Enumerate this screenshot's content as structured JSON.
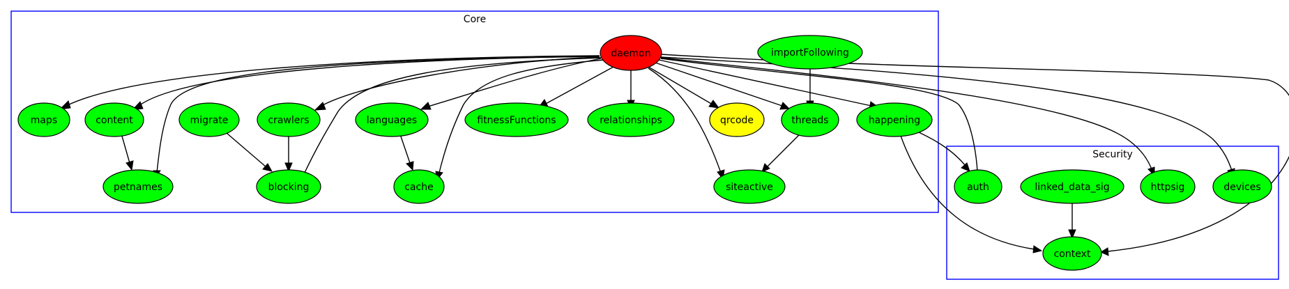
{
  "clusters": {
    "core": {
      "label": "Core"
    },
    "security": {
      "label": "Security"
    }
  },
  "colors": {
    "cluster_border": "#0000ff",
    "node_default": "#00ff00",
    "node_root": "#ff0000",
    "node_highlight": "#ffff00"
  },
  "nodes": {
    "daemon": {
      "label": "daemon",
      "fill": "#ff0000"
    },
    "importFollowing": {
      "label": "importFollowing",
      "fill": "#00ff00"
    },
    "maps": {
      "label": "maps",
      "fill": "#00ff00"
    },
    "content": {
      "label": "content",
      "fill": "#00ff00"
    },
    "migrate": {
      "label": "migrate",
      "fill": "#00ff00"
    },
    "crawlers": {
      "label": "crawlers",
      "fill": "#00ff00"
    },
    "languages": {
      "label": "languages",
      "fill": "#00ff00"
    },
    "fitnessFunctions": {
      "label": "fitnessFunctions",
      "fill": "#00ff00"
    },
    "relationships": {
      "label": "relationships",
      "fill": "#00ff00"
    },
    "qrcode": {
      "label": "qrcode",
      "fill": "#ffff00"
    },
    "threads": {
      "label": "threads",
      "fill": "#00ff00"
    },
    "happening": {
      "label": "happening",
      "fill": "#00ff00"
    },
    "petnames": {
      "label": "petnames",
      "fill": "#00ff00"
    },
    "blocking": {
      "label": "blocking",
      "fill": "#00ff00"
    },
    "cache": {
      "label": "cache",
      "fill": "#00ff00"
    },
    "siteactive": {
      "label": "siteactive",
      "fill": "#00ff00"
    },
    "auth": {
      "label": "auth",
      "fill": "#00ff00"
    },
    "linked_data_sig": {
      "label": "linked_data_sig",
      "fill": "#00ff00"
    },
    "httpsig": {
      "label": "httpsig",
      "fill": "#00ff00"
    },
    "devices": {
      "label": "devices",
      "fill": "#00ff00"
    },
    "context": {
      "label": "context",
      "fill": "#00ff00"
    }
  },
  "edges": [
    {
      "from": "daemon",
      "to": "maps"
    },
    {
      "from": "daemon",
      "to": "content"
    },
    {
      "from": "daemon",
      "to": "petnames"
    },
    {
      "from": "daemon",
      "to": "crawlers"
    },
    {
      "from": "daemon",
      "to": "blocking"
    },
    {
      "from": "daemon",
      "to": "languages"
    },
    {
      "from": "daemon",
      "to": "cache"
    },
    {
      "from": "daemon",
      "to": "fitnessFunctions"
    },
    {
      "from": "daemon",
      "to": "relationships"
    },
    {
      "from": "daemon",
      "to": "qrcode"
    },
    {
      "from": "daemon",
      "to": "siteactive"
    },
    {
      "from": "daemon",
      "to": "threads"
    },
    {
      "from": "daemon",
      "to": "happening"
    },
    {
      "from": "daemon",
      "to": "auth"
    },
    {
      "from": "daemon",
      "to": "httpsig"
    },
    {
      "from": "daemon",
      "to": "devices"
    },
    {
      "from": "daemon",
      "to": "context"
    },
    {
      "from": "importFollowing",
      "to": "threads"
    },
    {
      "from": "content",
      "to": "petnames"
    },
    {
      "from": "migrate",
      "to": "blocking"
    },
    {
      "from": "crawlers",
      "to": "blocking"
    },
    {
      "from": "languages",
      "to": "cache"
    },
    {
      "from": "threads",
      "to": "siteactive"
    },
    {
      "from": "happening",
      "to": "auth"
    },
    {
      "from": "happening",
      "to": "context"
    },
    {
      "from": "linked_data_sig",
      "to": "context"
    }
  ]
}
